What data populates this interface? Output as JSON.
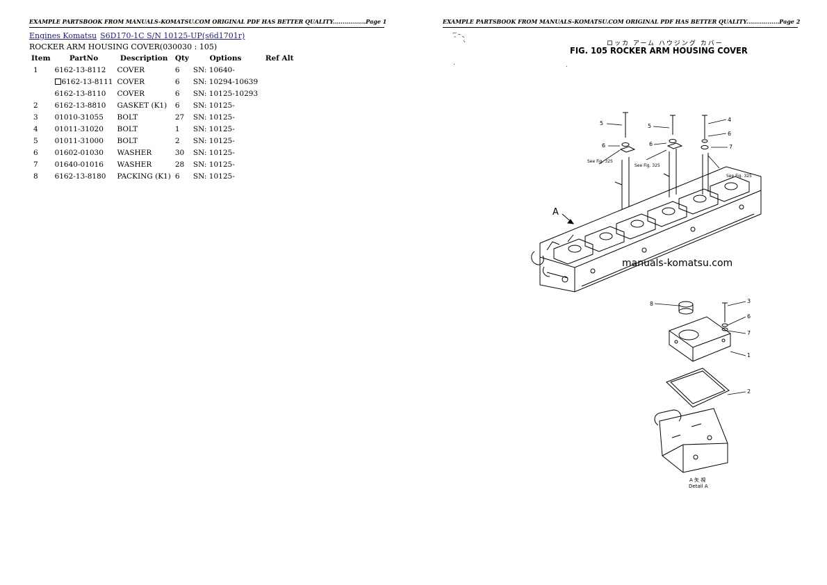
{
  "header": {
    "page1": "EXAMPLE PARTSBOOK FROM MANUALS-KOMATSU.COM ORIGINAL PDF HAS BETTER QUALITY.................Page 1",
    "page2": "EXAMPLE PARTSBOOK FROM MANUALS-KOMATSU.COM ORIGINAL PDF HAS BETTER QUALITY.................Page 2"
  },
  "breadcrumb": {
    "link1": "Engines Komatsu",
    "link2": "S6D170-1C S/N 10125-UP(s6d1701r)"
  },
  "section_title": "ROCKER ARM HOUSING COVER(030030 : 105)",
  "table": {
    "headers": [
      "Item",
      "PartNo",
      "Description",
      "Qty",
      "Options",
      "Ref Alt"
    ],
    "rows": [
      {
        "item": "1",
        "part": "6162-13-8112",
        "desc": "COVER",
        "qty": "6",
        "opt": "SN: 10640-",
        "ref": ""
      },
      {
        "item": "",
        "part": "6162-13-8111",
        "desc": "COVER",
        "qty": "6",
        "opt": "SN: 10294-10639",
        "ref": ""
      },
      {
        "item": "",
        "part": "6162-13-8110",
        "desc": "COVER",
        "qty": "6",
        "opt": "SN: 10125-10293",
        "ref": ""
      },
      {
        "item": "2",
        "part": "6162-13-8810",
        "desc": "GASKET (K1)",
        "qty": "6",
        "opt": "SN: 10125-",
        "ref": ""
      },
      {
        "item": "3",
        "part": "01010-31055",
        "desc": "BOLT",
        "qty": "27",
        "opt": "SN: 10125-",
        "ref": ""
      },
      {
        "item": "4",
        "part": "01011-31020",
        "desc": "BOLT",
        "qty": "1",
        "opt": "SN: 10125-",
        "ref": ""
      },
      {
        "item": "5",
        "part": "01011-31000",
        "desc": "BOLT",
        "qty": "2",
        "opt": "SN: 10125-",
        "ref": ""
      },
      {
        "item": "6",
        "part": "01602-01030",
        "desc": "WASHER",
        "qty": "30",
        "opt": "SN: 10125-",
        "ref": ""
      },
      {
        "item": "7",
        "part": "01640-01016",
        "desc": "WASHER",
        "qty": "28",
        "opt": "SN: 10125-",
        "ref": ""
      },
      {
        "item": "8",
        "part": "6162-13-8180",
        "desc": "PACKING (K1)",
        "qty": "6",
        "opt": "SN: 10125-",
        "ref": ""
      }
    ]
  },
  "figure": {
    "jp_title": "ロッカ アーム ハウジング カバー",
    "title": "FIG. 105  ROCKER ARM HOUSING COVER",
    "watermark": "manuals-komatsu.com",
    "view_label": "A",
    "detail_jp": "A 矢 視",
    "detail_label": "Detail A",
    "see_fig_1": "See Fig. 325",
    "see_fig_2": "See Fig. 325",
    "see_fig_3": "See Fig. 325",
    "callouts": {
      "c5a": "5",
      "c6a": "6",
      "c5b": "5",
      "c6b": "6",
      "c4": "4",
      "c6c": "6",
      "c7a": "7",
      "c8": "8",
      "c3": "3",
      "c6d": "6",
      "c7b": "7",
      "c1": "1",
      "c2": "2"
    }
  }
}
